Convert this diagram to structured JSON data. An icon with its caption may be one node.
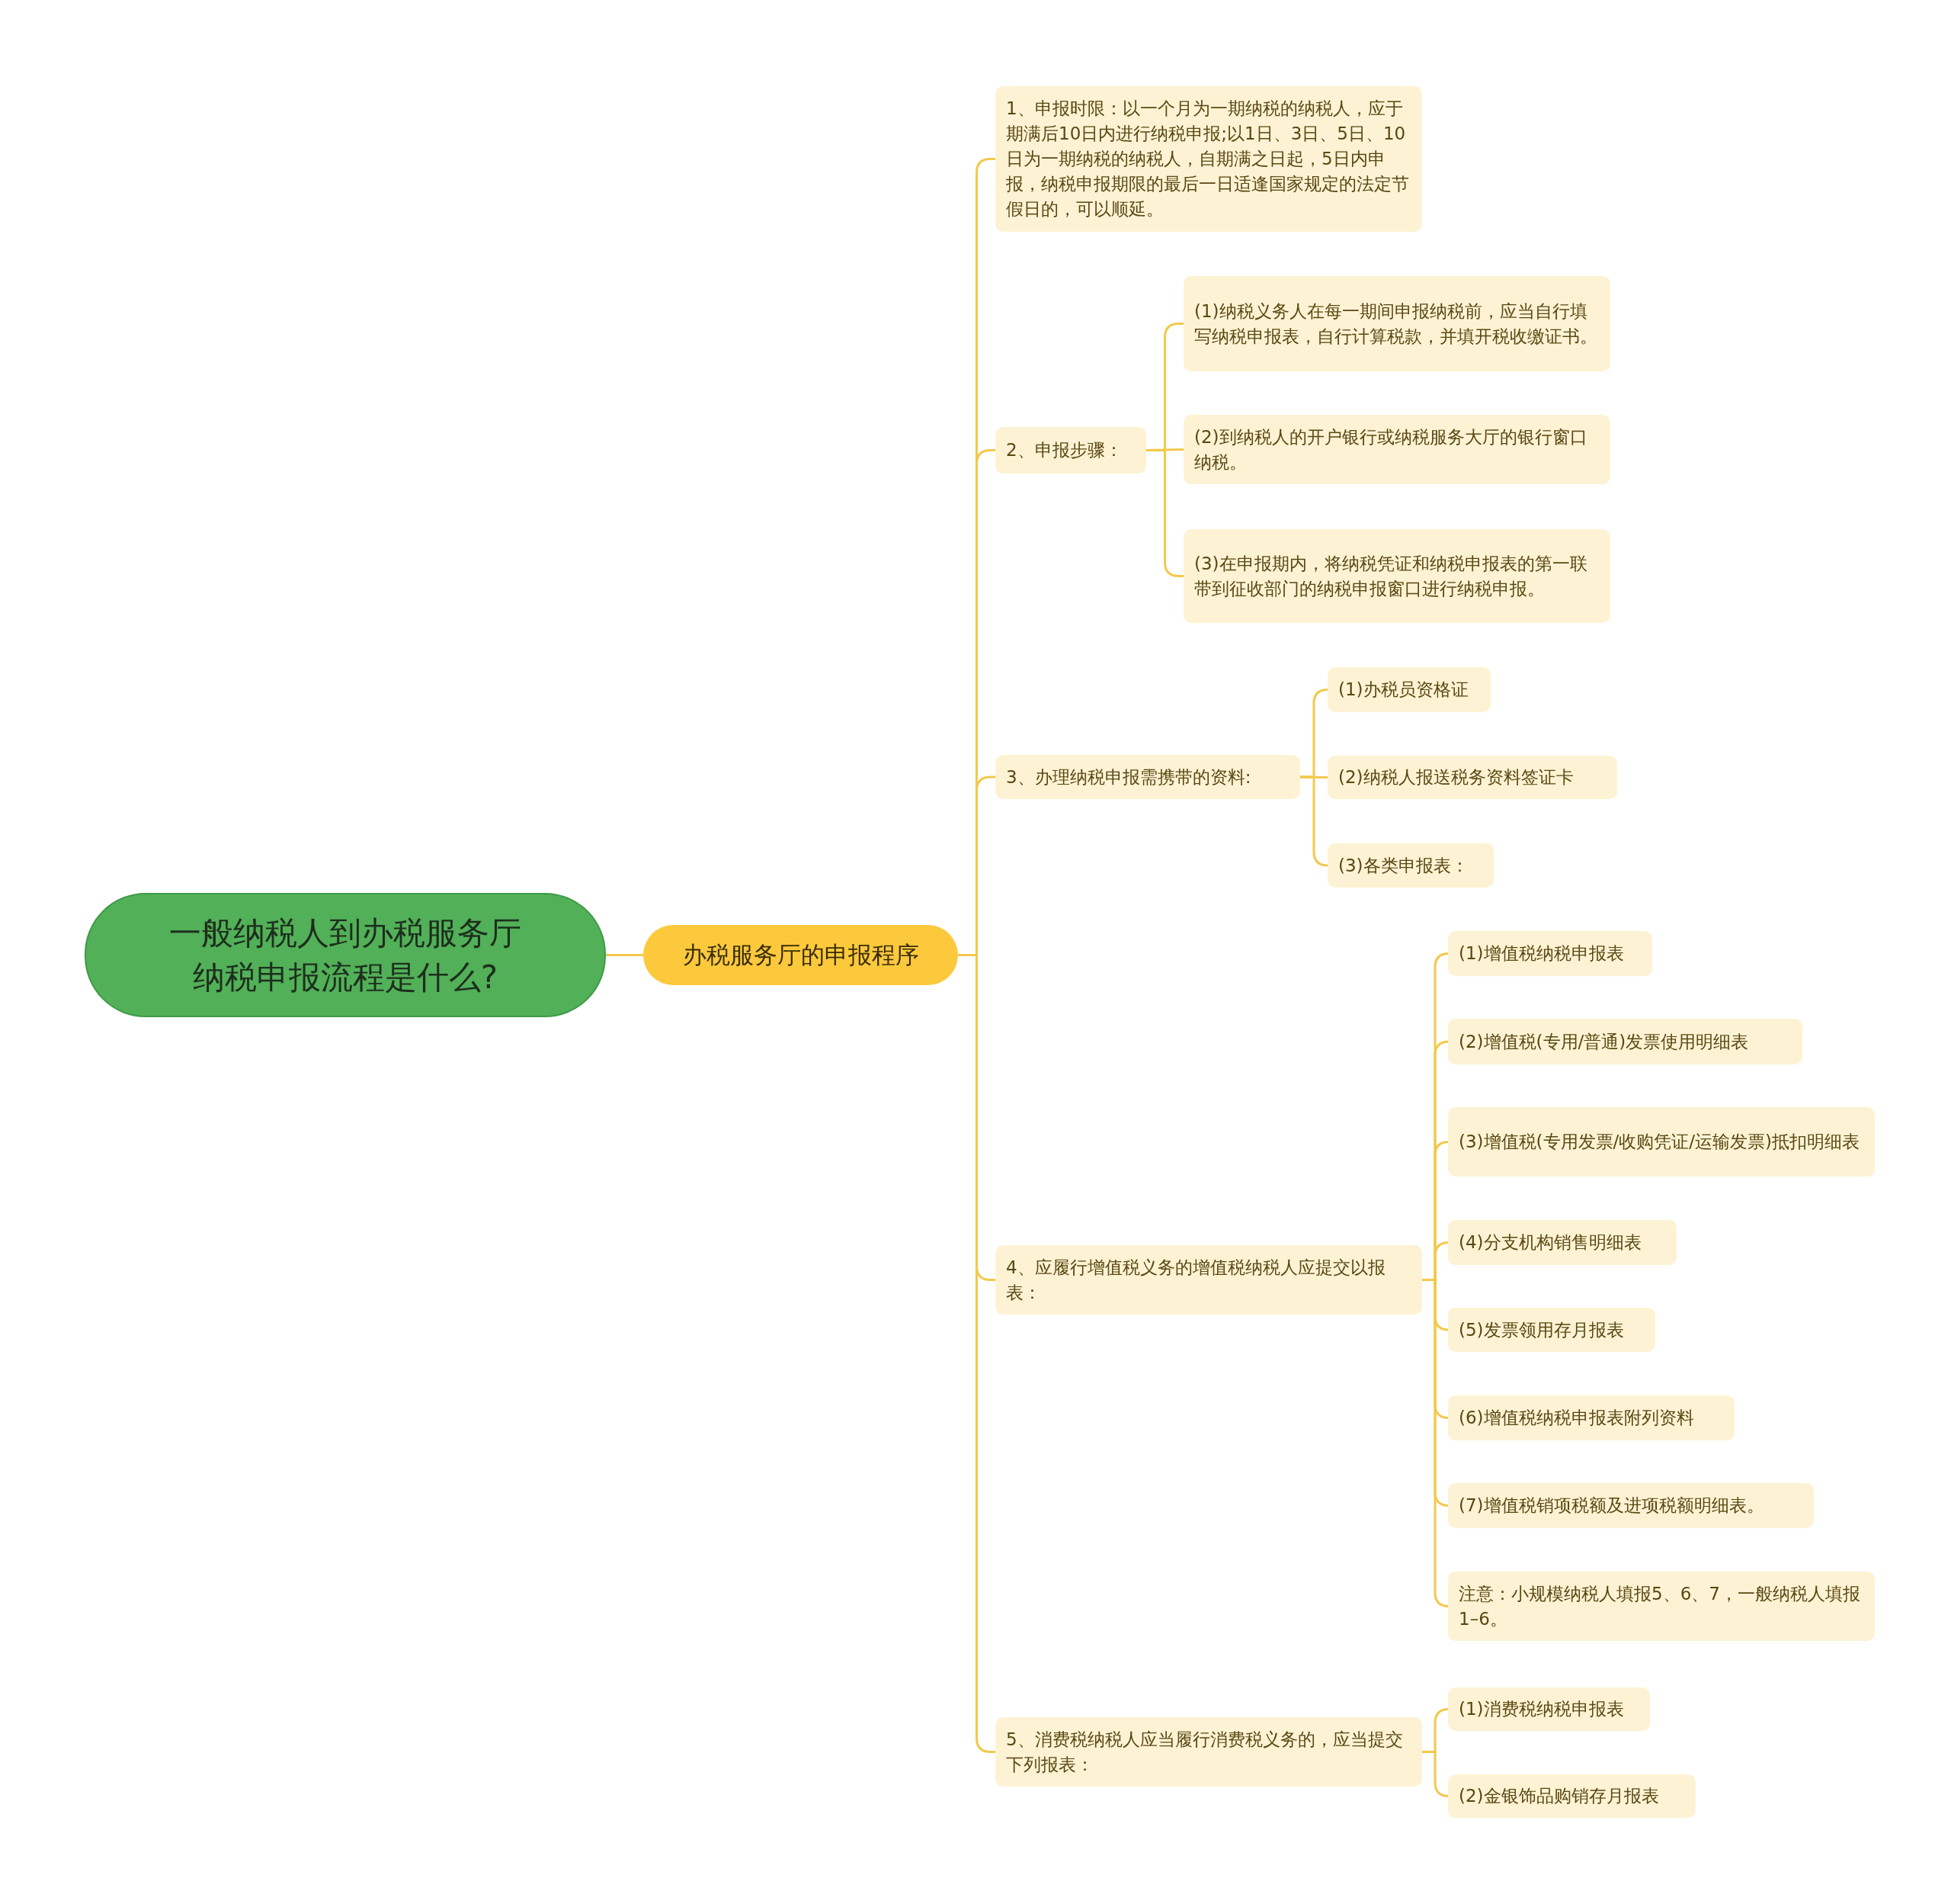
{
  "diagram": {
    "nodes": [
      {
        "text": [
          "一般纳税人到办税服务厅纳税申报流程是什么?"
        ]
      },
      {
        "text": [
          "办税服务厅的申报程序"
        ]
      },
      {
        "text": [
          "1、申报时限：以一个月为一期纳税的纳税人，应于期满后10日内进行纳税申报;以1日、3日、5日、10日为一期纳税的纳税人，自期满之日起，5日内申报，纳税申报期限的最后一日适逢国家规定的法定节假日的，可以顺延。"
        ]
      },
      {
        "text": [
          "2、申报步骤："
        ]
      },
      {
        "text": [
          "(1)纳税义务人在每一期间申报纳税前，应当自行填写纳税申报表，自行计算税款，并填开税收缴证书。"
        ]
      },
      {
        "text": [
          "(2)到纳税人的开户银行或纳税服务大厅的银行窗口纳税。"
        ]
      },
      {
        "text": [
          "(3)在申报期内，将纳税凭证和纳税申报表的第一联带到征收部门的纳税申报窗口进行纳税申报。"
        ]
      },
      {
        "text": [
          "3、办理纳税申报需携带的资料:"
        ]
      },
      {
        "text": [
          "(1)办税员资格证"
        ]
      },
      {
        "text": [
          "(2)纳税人报送税务资料签证卡"
        ]
      },
      {
        "text": [
          "(3)各类申报表："
        ]
      },
      {
        "text": [
          "4、应履行增值税义务的增值税纳税人应提交以报表："
        ]
      },
      {
        "text": [
          "(1)增值税纳税申报表"
        ]
      },
      {
        "text": [
          "(2)增值税(专用/普通)发票使用明细表"
        ]
      },
      {
        "text": [
          "(3)增值税(专用发票/收购凭证/运输发票)抵扣明细表"
        ]
      },
      {
        "text": [
          "(4)分支机构销售明细表"
        ]
      },
      {
        "text": [
          "(5)发票领用存月报表"
        ]
      },
      {
        "text": [
          "(6)增值税纳税申报表附列资料"
        ]
      },
      {
        "text": [
          "(7)增值税销项税额及进项税额明细表。"
        ]
      },
      {
        "text": [
          "注意：小规模纳税人填报5、6、7，一般纳税人填报1–6。"
        ]
      },
      {
        "text": [
          "5、消费税纳税人应当履行消费税义务的，应当提交下列报表："
        ]
      },
      {
        "text": [
          "(1)消费税纳税申报表"
        ]
      },
      {
        "text": [
          "(2)金银饰品购销存月报表"
        ]
      }
    ],
    "edges": [
      {
        "from": 0,
        "to": 1,
        "arrow": "none"
      },
      {
        "from": 1,
        "to": 2,
        "arrow": "none"
      },
      {
        "from": 1,
        "to": 3,
        "arrow": "none"
      },
      {
        "from": 3,
        "to": 4,
        "arrow": "none"
      },
      {
        "from": 3,
        "to": 5,
        "arrow": "none"
      },
      {
        "from": 3,
        "to": 6,
        "arrow": "none"
      },
      {
        "from": 1,
        "to": 7,
        "arrow": "none"
      },
      {
        "from": 7,
        "to": 8,
        "arrow": "none"
      },
      {
        "from": 7,
        "to": 9,
        "arrow": "none"
      },
      {
        "from": 7,
        "to": 10,
        "arrow": "none"
      },
      {
        "from": 1,
        "to": 11,
        "arrow": "none"
      },
      {
        "from": 11,
        "to": 12,
        "arrow": "none"
      },
      {
        "from": 11,
        "to": 13,
        "arrow": "none"
      },
      {
        "from": 11,
        "to": 14,
        "arrow": "none"
      },
      {
        "from": 11,
        "to": 15,
        "arrow": "none"
      },
      {
        "from": 11,
        "to": 16,
        "arrow": "none"
      },
      {
        "from": 11,
        "to": 17,
        "arrow": "none"
      },
      {
        "from": 11,
        "to": 18,
        "arrow": "none"
      },
      {
        "from": 11,
        "to": 19,
        "arrow": "none"
      },
      {
        "from": 1,
        "to": 20,
        "arrow": "none"
      },
      {
        "from": 20,
        "to": 21,
        "arrow": "none"
      },
      {
        "from": 20,
        "to": 22,
        "arrow": "none"
      }
    ]
  }
}
